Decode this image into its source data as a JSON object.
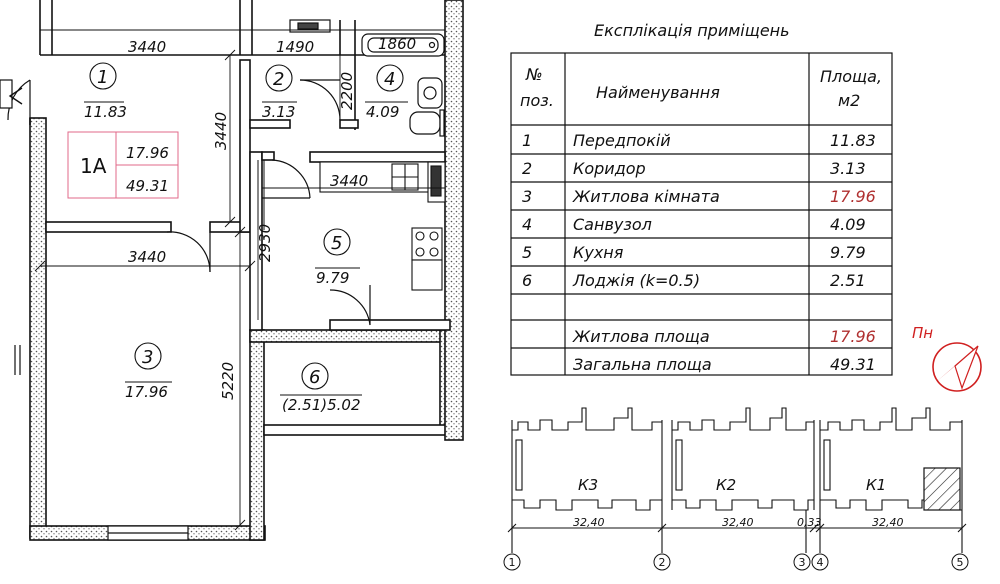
{
  "plan": {
    "dims": {
      "top_3440": "3440",
      "top_1490": "1490",
      "top_1860": "1860",
      "vert_3440": "3440",
      "vert_2200": "2200",
      "kitchen_3440": "3440",
      "vert_2930": "2930",
      "room_3440": "3440",
      "vert_5220": "5220"
    },
    "rooms": [
      {
        "num": "1",
        "area": "11.83"
      },
      {
        "num": "2",
        "area": "3.13"
      },
      {
        "num": "3",
        "area": "17.96"
      },
      {
        "num": "4",
        "area": "4.09"
      },
      {
        "num": "5",
        "area": "9.79"
      },
      {
        "num": "6",
        "area": "(2.51)5.02"
      }
    ],
    "apartment": {
      "label": "1A",
      "living": "17.96",
      "total": "49.31"
    }
  },
  "explication": {
    "title": "Експлікація приміщень",
    "headers": {
      "num_line1": "№",
      "num_line2": "поз.",
      "name": "Найменування",
      "area_line1": "Площа,",
      "area_line2": "м2"
    },
    "rows": [
      {
        "num": "1",
        "name": "Передпокій",
        "area": "11.83",
        "highlight": false
      },
      {
        "num": "2",
        "name": "Коридор",
        "area": "3.13",
        "highlight": false
      },
      {
        "num": "3",
        "name": "Житлова кімната",
        "area": "17.96",
        "highlight": true
      },
      {
        "num": "4",
        "name": "Санвузол",
        "area": "4.09",
        "highlight": false
      },
      {
        "num": "5",
        "name": "Кухня",
        "area": "9.79",
        "highlight": false
      },
      {
        "num": "6",
        "name": "Лоджія (k=0.5)",
        "area": "2.51",
        "highlight": false
      }
    ],
    "summary": [
      {
        "name": "Житлова площа",
        "area": "17.96",
        "highlight": true
      },
      {
        "name": "Загальна площа",
        "area": "49.31",
        "highlight": false
      }
    ]
  },
  "north": {
    "label": "Пн"
  },
  "key_plan": {
    "sections": [
      "К3",
      "К2",
      "К1"
    ],
    "widths": [
      "32,40",
      "32,40",
      "32,40"
    ],
    "gap": "0,33",
    "axes": [
      "1",
      "2",
      "3",
      "4",
      "5"
    ]
  },
  "colors": {
    "accent_red": "#b03030",
    "pink": "#e06a8a",
    "line": "#111111"
  }
}
